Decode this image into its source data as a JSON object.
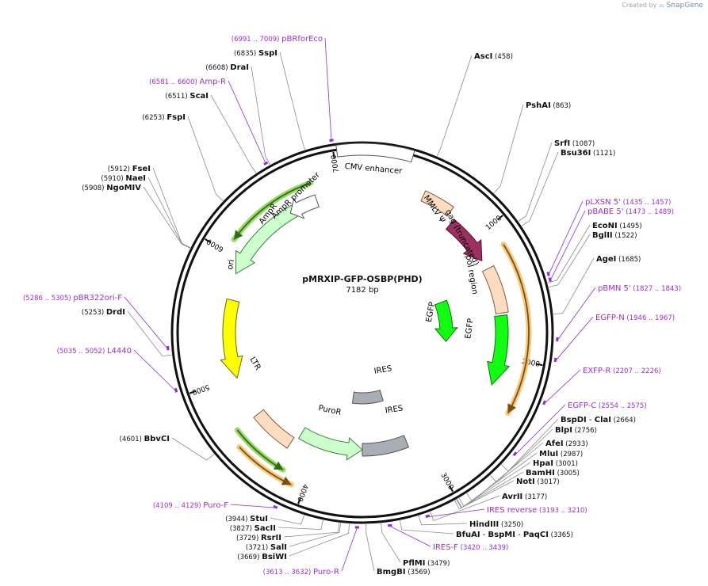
{
  "branding": {
    "created_by": "Created by",
    "product": "SnapGene",
    "logo_icon": "snapgene-logo-icon"
  },
  "plasmid": {
    "name": "pMRXIP-GFP-OSBP(PHD)",
    "length_label": "7182 bp",
    "length_bp": 7182,
    "ticks": [
      {
        "bp": 1000,
        "label": "1000"
      },
      {
        "bp": 2000,
        "label": "2000"
      },
      {
        "bp": 3000,
        "label": "3000"
      },
      {
        "bp": 4000,
        "label": "4000"
      },
      {
        "bp": 5000,
        "label": "5000"
      },
      {
        "bp": 6000,
        "label": "6000"
      },
      {
        "bp": 7000,
        "label": "7000"
      }
    ]
  },
  "sites": [
    {
      "name": "AscI",
      "pos": "(458)",
      "bp": 458
    },
    {
      "name": "PshAI",
      "pos": "(863)",
      "bp": 863
    },
    {
      "name": "SrfI",
      "pos": "(1087)",
      "bp": 1087
    },
    {
      "name": "Bsu36I",
      "pos": "(1121)",
      "bp": 1121
    },
    {
      "name": "EcoNI",
      "pos": "(1495)",
      "bp": 1495
    },
    {
      "name": "BglII",
      "pos": "(1522)",
      "bp": 1522
    },
    {
      "name": "AgeI",
      "pos": "(1685)",
      "bp": 1685
    },
    {
      "name": "BspDI",
      "name2": "ClaI",
      "pos": "(2664)",
      "bp": 2664
    },
    {
      "name": "BlpI",
      "pos": "(2756)",
      "bp": 2756
    },
    {
      "name": "AfeI",
      "pos": "(2933)",
      "bp": 2933
    },
    {
      "name": "MluI",
      "pos": "(2987)",
      "bp": 2987
    },
    {
      "name": "HpaI",
      "pos": "(3001)",
      "bp": 3001
    },
    {
      "name": "BamHI",
      "pos": "(3005)",
      "bp": 3005
    },
    {
      "name": "NotI",
      "pos": "(3017)",
      "bp": 3017
    },
    {
      "name": "AvrII",
      "pos": "(3177)",
      "bp": 3177
    },
    {
      "name": "HindIII",
      "pos": "(3250)",
      "bp": 3250
    },
    {
      "name": "BfuAI",
      "name2": "BspMI",
      "name3": "PaqCI",
      "pos": "(3365)",
      "bp": 3365
    },
    {
      "name": "PflMI",
      "pos": "(3479)",
      "bp": 3479
    },
    {
      "name": "BmgBI",
      "pos": "(3569)",
      "bp": 3569
    },
    {
      "name": "BsiWI",
      "pos": "(3669)",
      "bp": 3669
    },
    {
      "name": "SalI",
      "pos": "(3721)",
      "bp": 3721
    },
    {
      "name": "RsrII",
      "pos": "(3729)",
      "bp": 3729
    },
    {
      "name": "SacII",
      "pos": "(3827)",
      "bp": 3827
    },
    {
      "name": "StuI",
      "pos": "(3944)",
      "bp": 3944
    },
    {
      "name": "BbvCI",
      "pos": "(4601)",
      "bp": 4601
    },
    {
      "name": "DrdI",
      "pos": "(5253)",
      "bp": 5253
    },
    {
      "name": "NgoMIV",
      "pos": "(5908)",
      "bp": 5908
    },
    {
      "name": "NaeI",
      "pos": "(5910)",
      "bp": 5910
    },
    {
      "name": "FseI",
      "pos": "(5912)",
      "bp": 5912
    },
    {
      "name": "FspI",
      "pos": "(6253)",
      "bp": 6253
    },
    {
      "name": "ScaI",
      "pos": "(6511)",
      "bp": 6511
    },
    {
      "name": "DraI",
      "pos": "(6608)",
      "bp": 6608
    },
    {
      "name": "SspI",
      "pos": "(6835)",
      "bp": 6835
    }
  ],
  "primers": [
    {
      "name": "pBRforEco",
      "range": "(6991 .. 7009)",
      "bp": 7000
    },
    {
      "name": "Amp-R",
      "range": "(6581 .. 6600)",
      "bp": 6590
    },
    {
      "name": "pLXSN 5'",
      "range": "(1435 .. 1457)",
      "bp": 1446
    },
    {
      "name": "pBABE 5'",
      "range": "(1473 .. 1489)",
      "bp": 1481
    },
    {
      "name": "pBMN 5'",
      "range": "(1827 .. 1843)",
      "bp": 1835
    },
    {
      "name": "EGFP-N",
      "range": "(1946 .. 1967)",
      "bp": 1956
    },
    {
      "name": "EXFP-R",
      "range": "(2207 .. 2226)",
      "bp": 2216
    },
    {
      "name": "EGFP-C",
      "range": "(2554 .. 2575)",
      "bp": 2564
    },
    {
      "name": "IRES reverse",
      "range": "(3193 .. 3210)",
      "bp": 3201
    },
    {
      "name": "IRES-F",
      "range": "(3420 .. 3439)",
      "bp": 3429
    },
    {
      "name": "Puro-R",
      "range": "(3613 .. 3632)",
      "bp": 3622
    },
    {
      "name": "Puro-F",
      "range": "(4109 .. 4129)",
      "bp": 4119
    },
    {
      "name": "L4440",
      "range": "(5035 .. 5052)",
      "bp": 5043
    },
    {
      "name": "pBR322ori-F",
      "range": "(5286 .. 5305)",
      "bp": 5295
    }
  ],
  "features": [
    {
      "name": "CMV enhancer"
    },
    {
      "name": "MMLV Ψ"
    },
    {
      "name": "gag (truncated)"
    },
    {
      "name": "pol region"
    },
    {
      "name": "EGFP",
      "copy": 1
    },
    {
      "name": "EGFP",
      "copy": 2
    },
    {
      "name": "IRES",
      "copy": 1
    },
    {
      "name": "IRES",
      "copy": 2
    },
    {
      "name": "PuroR"
    },
    {
      "name": "LTR"
    },
    {
      "name": "ori"
    },
    {
      "name": "AmpR"
    },
    {
      "name": "AmpR promoter"
    }
  ],
  "colors": {
    "site_text": "#111111",
    "primer_text": "#9b30d0",
    "primer_mark": "#8a2be2",
    "backbone": "#111111",
    "leader": "#8c8c8c",
    "cds_green": "#22ee22",
    "egfp_green": "#11ff11",
    "ires_grey": "#a9adb4",
    "ltr_peach": "#fddcbf",
    "ori_yellow": "#ffff00",
    "gag_purple": "#9c3060",
    "amp_light": "#ccffcc",
    "orange_track": "#f5c060",
    "green_track": "#7dcf3e"
  }
}
